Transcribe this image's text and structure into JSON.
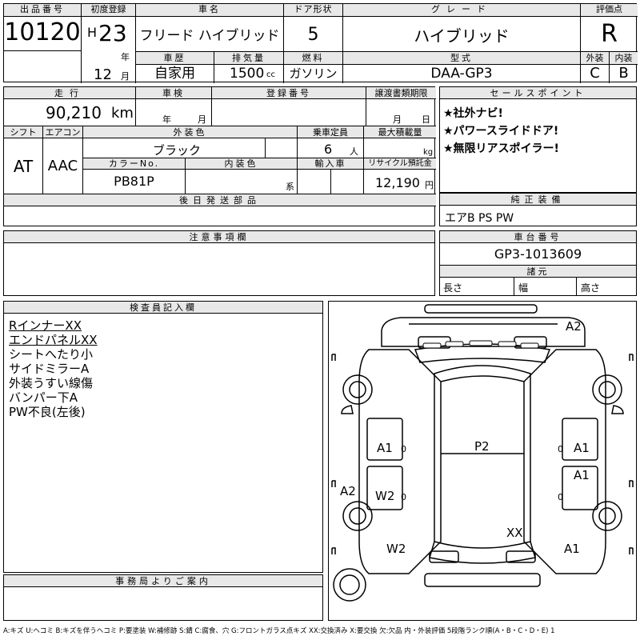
{
  "header": {
    "lot_label": "出品番号",
    "lot_value": "10120",
    "first_reg_label": "初度登録",
    "era": "H",
    "year": "23",
    "year_unit": "年",
    "month": "12",
    "month_unit": "月",
    "car_name_label": "車名",
    "car_name": "フリード ハイブリッド",
    "door_label": "ドア形状",
    "door_value": "5",
    "grade_label": "グレード",
    "grade_value": "ハイブリッド",
    "score_label": "評価点",
    "score_value": "R",
    "history_label": "車歴",
    "history_value": "自家用",
    "displacement_label": "排気量",
    "displacement_value": "1500",
    "displacement_unit": "cc",
    "fuel_label": "燃料",
    "fuel_value": "ガソリン",
    "model_label": "型式",
    "model_value": "DAA-GP3",
    "exterior_label": "外装",
    "exterior_value": "C",
    "interior_label": "内装",
    "interior_value": "B"
  },
  "row2": {
    "mileage_label": "走行",
    "mileage_value": "90,210",
    "mileage_unit": "km",
    "inspection_label": "車検",
    "inspection_year": "年",
    "inspection_month": "月",
    "reg_no_label": "登録番号",
    "transfer_label": "譲渡書類期限",
    "transfer_month": "月",
    "transfer_day": "日",
    "shift_label": "シフト",
    "shift_value": "AT",
    "ac_label": "エアコン",
    "ac_value": "AAC",
    "color_label": "外装色",
    "color_value": "ブラック",
    "capacity_label": "乗車定員",
    "capacity_value": "6",
    "capacity_unit": "人",
    "load_label": "最大積載量",
    "load_unit": "kg",
    "color_no_label": "カラーNo.",
    "color_no_value": "PB81P",
    "int_color_label": "内装色",
    "int_color_unit": "系",
    "import_label": "輸入車",
    "recycle_label": "リサイクル預託金",
    "recycle_value": "12,190",
    "recycle_unit": "円",
    "later_parts_label": "後日発送部品"
  },
  "sales": {
    "label": "セールスポイント",
    "points": [
      "★社外ナビ!",
      "★パワースライドドア!",
      "★無限リアスポイラー!"
    ]
  },
  "genuine": {
    "label": "純正装備",
    "value": "エアB PS PW"
  },
  "notes": {
    "label": "注意事項欄"
  },
  "chassis": {
    "label": "車台番号",
    "value": "GP3-1013609",
    "dims_label": "諸元",
    "length_label": "長さ",
    "width_label": "幅",
    "height_label": "高さ"
  },
  "inspector": {
    "label": "検査員記入欄",
    "lines": [
      "RインナーXX",
      "エンドパネルXX",
      "シートへたり小",
      "サイドミラーA",
      "外装うすい線傷",
      "バンパー下A",
      "PW不良(左後)"
    ]
  },
  "office": {
    "label": "事務局よりご案内"
  },
  "diagram": {
    "marks": {
      "front_right": "A2",
      "left_front": "A1",
      "right_front": "A1",
      "right_mid": "A1",
      "left_rear": "A2",
      "left_w": "W2",
      "left_w_rear": "W2",
      "roof": "P2",
      "rear": "XX",
      "right_rear": "A1",
      "zero_left": "0",
      "zero_right": "0",
      "zero_left2": "0",
      "zero_right2": "0"
    }
  },
  "footer": "A:キズ U:ヘコミ B:キズを伴うヘコミ P:要塗装 W:補修跡 S:錆 C:腐食、穴 G:フロントガラス点キズ XX:交換済み X:要交換 欠:欠品 内・外装評価 5段階ランク順(A・B・C・D・E) 1"
}
